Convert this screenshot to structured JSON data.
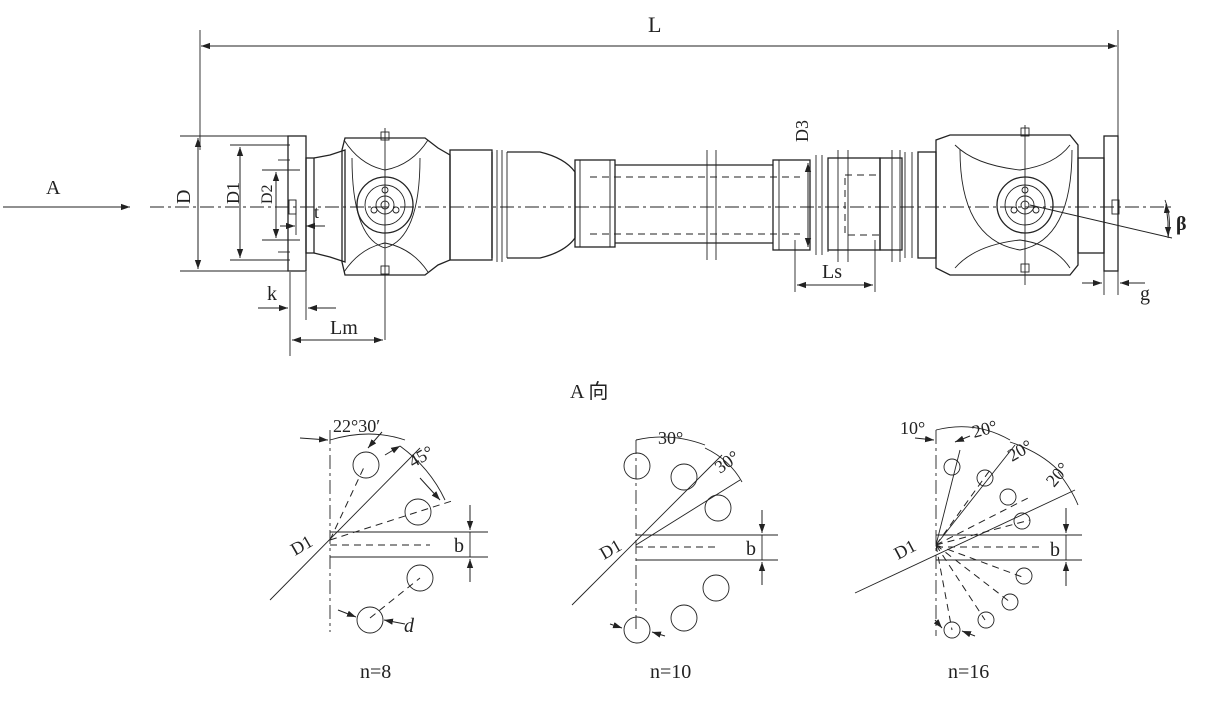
{
  "labels": {
    "L": "L",
    "A": "A",
    "D": "D",
    "D1": "D1",
    "D2": "D2",
    "D3": "D3",
    "t": "t",
    "k": "k",
    "Lm": "Lm",
    "Ls": "Ls",
    "beta": "β",
    "g": "g",
    "view_title": "A 向"
  },
  "flange_views": [
    {
      "caption": "n=8",
      "d1_label": "D1",
      "b_label": "b",
      "d_label": "d",
      "angle_labels": [
        "22°30′",
        "45°"
      ]
    },
    {
      "caption": "n=10",
      "d1_label": "D1",
      "b_label": "b",
      "angle_labels": [
        "30°",
        "30°"
      ]
    },
    {
      "caption": "n=16",
      "d1_label": "D1",
      "b_label": "b",
      "angle_labels": [
        "10°",
        "20°",
        "20°",
        "20°"
      ]
    }
  ]
}
